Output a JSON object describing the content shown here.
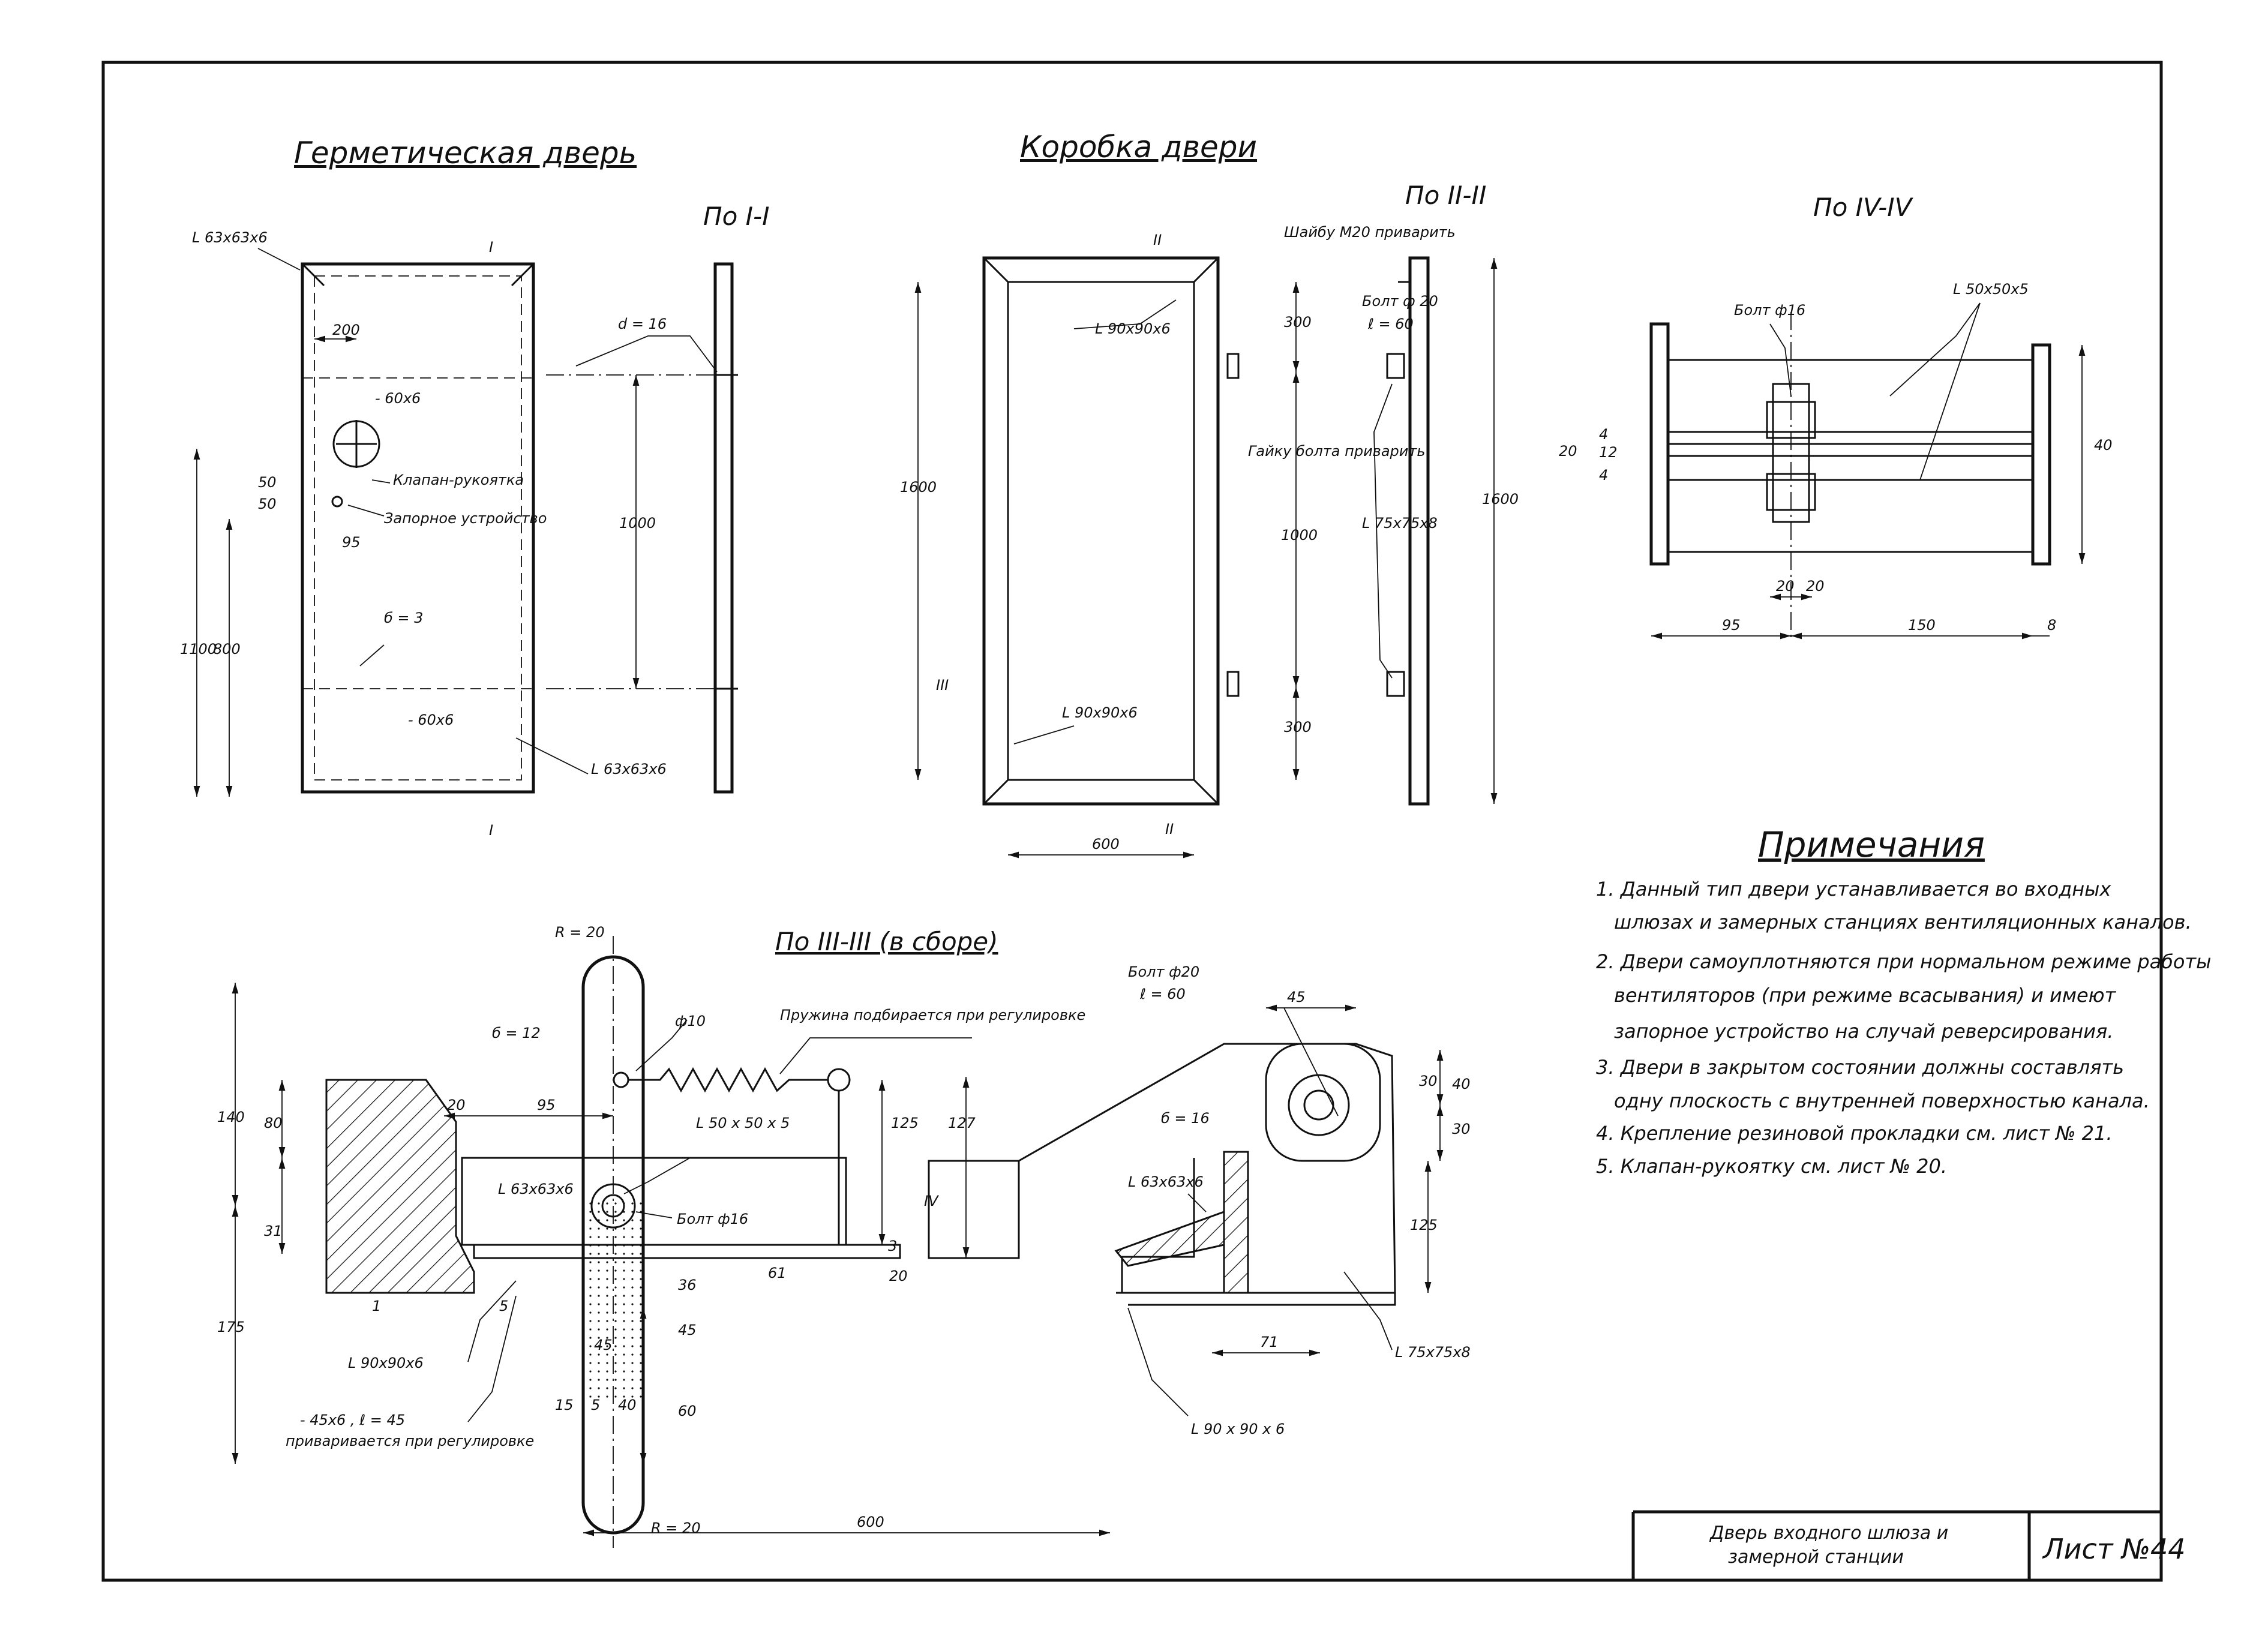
{
  "titles": {
    "hermetic_door": "Герметическая дверь",
    "door_frame": "Коробка двери"
  },
  "sections": {
    "s1": "По I-I",
    "s2": "По II-II",
    "s3": "По III-III (в сборе)",
    "s4": "По IV-IV"
  },
  "section_marks": {
    "I": "I",
    "II": "II",
    "III": "III",
    "IV": "IV"
  },
  "door": {
    "angle_top": "L 63х63х6",
    "angle_bottom": "L 63х63х6",
    "strip_top": "- 60х6",
    "strip_bottom": "- 60х6",
    "valve": "Клапан-рукоятка",
    "lock": "Запорное устройство",
    "sheet": "б = 3",
    "pin": "d = 16",
    "dims": {
      "d200": "200",
      "d50a": "50",
      "d50b": "50",
      "d95": "95",
      "d1100": "1100",
      "d800": "800",
      "d1000": "1000"
    }
  },
  "frame": {
    "angle_top": "L 90х90х6",
    "angle_bottom": "L 90х90х6",
    "washer": "Шайбу М20 приварить",
    "nut": "Гайку болта приварить",
    "bolt": "Болт ф 20",
    "bolt_len": "ℓ = 60",
    "angle_side": "L 75х75х8",
    "dims": {
      "d1600a": "1600",
      "d1600b": "1600",
      "d600": "600",
      "d300a": "300",
      "d300b": "300",
      "d1000": "1000"
    }
  },
  "sec4": {
    "bolt": "Болт ф16",
    "angle": "L 50х50х5",
    "dims": {
      "d20a": "20",
      "d4a": "4",
      "d12": "12",
      "d4b": "4",
      "d40": "40",
      "d20b": "20",
      "d20c": "20",
      "d95": "95",
      "d150": "150",
      "d8": "8"
    }
  },
  "sec3": {
    "r_top": "R = 20",
    "r_bottom": "R = 20",
    "plate": "б = 12",
    "hole": "ф10",
    "spring": "Пружина подбирается при регулировке",
    "angle_50": "L 50 х 50 х 5",
    "angle_63": "L 63х63х6",
    "bolt16": "Болт ф16",
    "angle_90": "L 90х90х6",
    "strip": "- 45х6 , ℓ = 45",
    "strip_note": "приваривается при регулировке",
    "bolt20": "Болт ф20",
    "bolt20_len": "ℓ = 60",
    "plate16": "б = 16",
    "angle_63b": "L 63х63х6",
    "angle_75": "L 75х75х8",
    "angle_90b": "L 90 х 90 х 6",
    "dims": {
      "d140": "140",
      "d80": "80",
      "d31": "31",
      "d175": "175",
      "d20": "20",
      "d95": "95",
      "d125a": "125",
      "d3": "3",
      "d20b": "20",
      "d61": "61",
      "d36": "36",
      "d45a": "45",
      "d45b": "45",
      "d60": "60",
      "d15": "15",
      "d5a": "5",
      "d5b": "5",
      "d40": "40",
      "d1": "1",
      "d600": "600",
      "d127": "127",
      "d45c": "45",
      "d30a": "30",
      "d40b": "40",
      "d30b": "30",
      "d125b": "125",
      "d71": "71"
    }
  },
  "notes": {
    "title": "Примечания",
    "items": [
      "1. Данный тип двери устанавливается во входных",
      "шлюзах и замерных станциях вентиляционных каналов.",
      "2. Двери самоуплотняются при нормальном режиме работы",
      "вентиляторов (при режиме всасывания) и имеют",
      "запорное устройство на случай реверсирования.",
      "3. Двери в закрытом состоянии должны составлять",
      "одну плоскость с внутренней поверхностью канала.",
      "4. Крепление резиновой прокладки см. лист № 21.",
      "5. Клапан-рукоятку см. лист № 20."
    ]
  },
  "title_block": {
    "line1": "Дверь входного шлюза и",
    "line2": "замерной станции",
    "sheet": "Лист №44"
  }
}
